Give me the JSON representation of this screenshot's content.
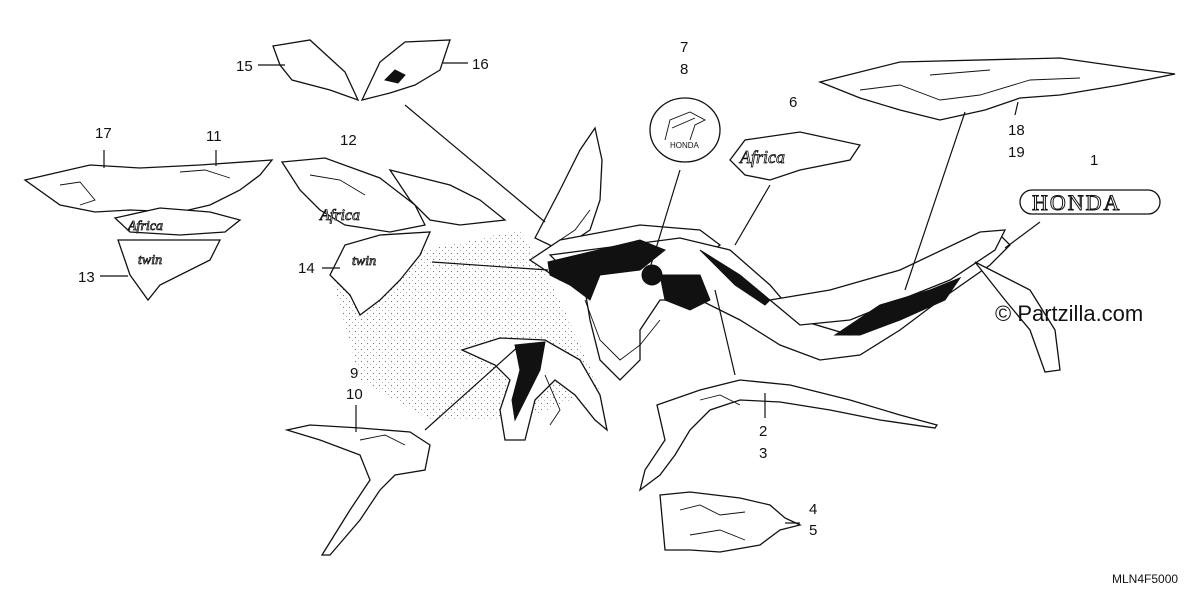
{
  "callouts": {
    "c1": "1",
    "c2": "2",
    "c3": "3",
    "c4": "4",
    "c5": "5",
    "c6": "6",
    "c7": "7",
    "c8": "8",
    "c9": "9",
    "c10": "10",
    "c11": "11",
    "c12": "12",
    "c13": "13",
    "c14": "14",
    "c15": "15",
    "c16": "16",
    "c17": "17",
    "c18": "18",
    "c19": "19"
  },
  "decals": {
    "honda_text": "HONDA",
    "wing_emblem_text": "HONDA"
  },
  "watermark": "© Partzilla.com",
  "diagram_code": "MLN4F5000",
  "colors": {
    "ink": "#111111",
    "paper": "#ffffff"
  }
}
